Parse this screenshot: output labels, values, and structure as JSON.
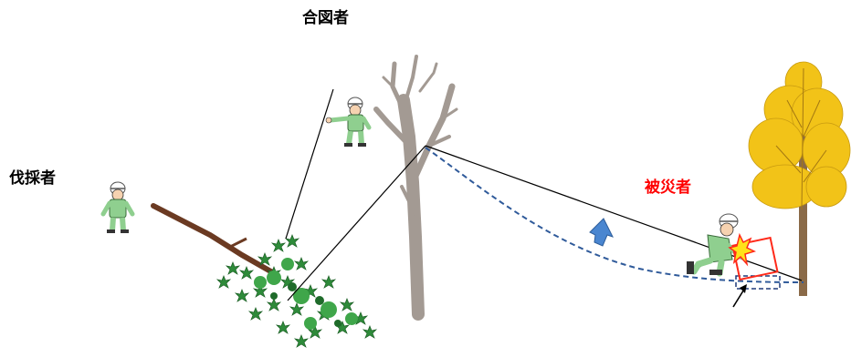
{
  "labels": {
    "signal_person": "合図者",
    "feller": "伐採者",
    "victim": "被災者"
  },
  "colors": {
    "victim_label": "#ff0000",
    "worker_clothes": "#8fcf8f",
    "rope_before": "#2f5a9a",
    "rope_after": "#000000",
    "motion_arrow": "#4a86d0",
    "yellow_tree": "#f2c318",
    "trunk": "#a39a93",
    "impact": "#ff2a1a"
  },
  "icons": {
    "workers": [
      "signal-person-figure",
      "feller-figure",
      "victim-figure"
    ],
    "trees": [
      "felled-tree",
      "bare-tree",
      "yellow-tree"
    ],
    "markers": [
      "rope-lift-arrow",
      "impact-flash",
      "pointer-arrow"
    ]
  }
}
